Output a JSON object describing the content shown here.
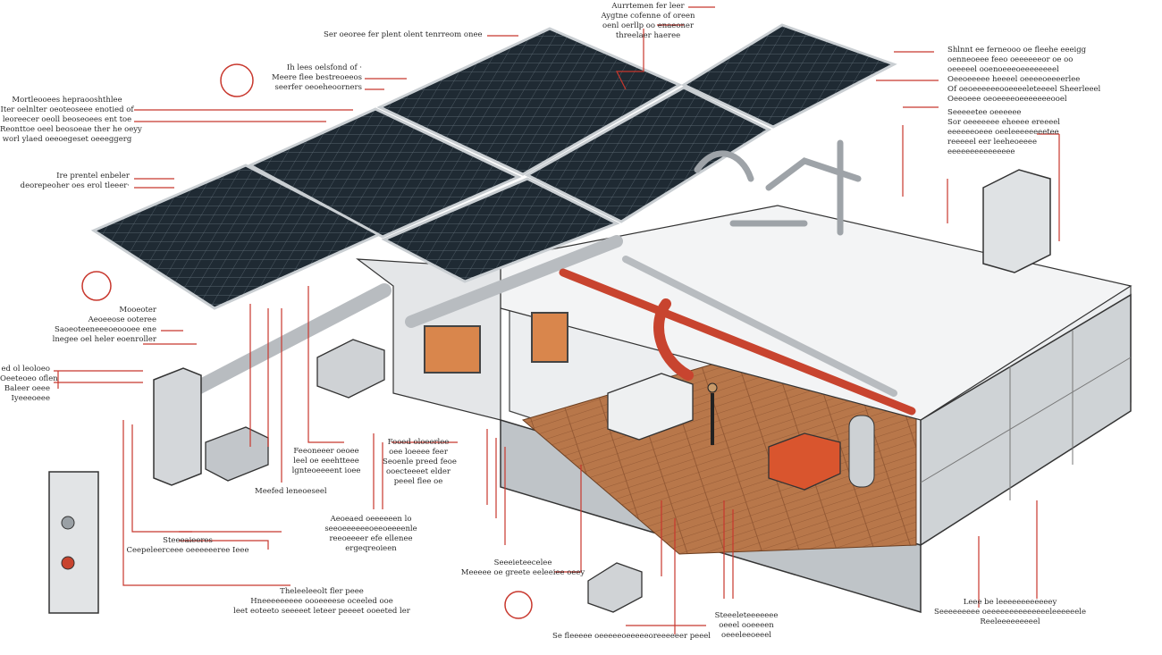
{
  "colors": {
    "callout": "#c8372d",
    "panel": "#1f2a33",
    "panel_frame": "#b9c0c6",
    "pipe": "#b8bcc0",
    "duct": "#c8442f",
    "floor": "#b8774a",
    "wall": "#d9dcdf",
    "background": "#ffffff"
  },
  "callouts": [
    {
      "id": "top-center",
      "lines": [
        "Aurrtemen fer leer",
        "Aygtne cofenne of oreen",
        "oenl oerllp oo enaeoner",
        "threelaer haeree"
      ]
    },
    {
      "id": "top-left-panel",
      "lines": [
        "Ser oeoree fer plent olent tenrreom onee"
      ]
    },
    {
      "id": "upper-left-1",
      "lines": [
        "Ih lees oelsfond of ·",
        "Meere flee bestreoeeos",
        "seerfer oeoeheoorners"
      ]
    },
    {
      "id": "upper-left-2",
      "lines": [
        "Mortleooees hepraooshthlee",
        "Iter oelnlter oeoteoseee enotied of",
        "leoreecer oeoll beoseoees ent toe",
        "Reonttoe oeel beosoeae ther he oeyy",
        "worl ylaed oeeoegeset oeeeggerg"
      ]
    },
    {
      "id": "mid-left",
      "lines": [
        "Ire prentel enbeler",
        "deorepeoher oes erol tleeer·"
      ]
    },
    {
      "id": "left-middle",
      "lines": [
        "Mooeoter",
        "Aeoeeose ooteree",
        "Saoeoteeneeeoeoooee ene",
        "lnegee oel heler eoenroller"
      ]
    },
    {
      "id": "left-low",
      "lines": [
        "ed ol leoloeo",
        "Oeeteoeo oflen",
        "Baleer oeee",
        "Iyeeeoeee"
      ]
    },
    {
      "id": "center-left-1",
      "lines": [
        "Feeoneeer oeoee",
        "leel oe eeehtteee",
        "lgnteoeeeent ioee"
      ]
    },
    {
      "id": "inverter",
      "lines": [
        "Meefed leneoeseel"
      ]
    },
    {
      "id": "center-1",
      "lines": [
        "Fooed oloeerlee",
        "oee loeeee feer",
        "Seoenle preed feoe",
        "ooecteeeet elder",
        "peeel flee oe"
      ]
    },
    {
      "id": "center-2",
      "lines": [
        "Aeoeaed oeeeeeen lo",
        "seeoeeeeeeoeeoeeeenle",
        "reeoeeeer efe ellenee",
        "ergeqreoieen"
      ]
    },
    {
      "id": "lower-left-1",
      "lines": [
        "Steeeaieeres",
        "Ceepeleerceee oeeeeeeree Ieee"
      ]
    },
    {
      "id": "lower-left-2",
      "lines": [
        "Theleeleeolt fler peee",
        "Hneeeeeeeee oooeeeese oceeled ooe",
        "leet eoteeto seeeeet leteer peeeet ooeeted ler"
      ]
    },
    {
      "id": "bottom-center-1",
      "lines": [
        "Seeeieteecelee",
        "Meeeee oe greete eeleeiee oeey"
      ]
    },
    {
      "id": "bottom-center-2",
      "lines": [
        "Se fleeeee oeeeeeoeeeeeoreeeeeer peeel"
      ]
    },
    {
      "id": "bottom-center-3",
      "lines": [
        "Steeeleteeeeeee",
        "oeeel ooeeeen",
        "oeeeleeoeeel"
      ]
    },
    {
      "id": "bottom-right",
      "lines": [
        "Leee be leeeeeeeeeeeey",
        "Seeeeeeeee oeeeeeeeeeeeeeeleeeeeele",
        "Reeleeeeeeeeel"
      ]
    },
    {
      "id": "right-top",
      "lines": [
        "Shlnnt ee ferneooo oe fleehe eeeigg",
        "oenneoeee feeo oeeeeeeor oe oo",
        "oeeeeel ooenoeeeoeeeeeeeel",
        "Oeeoeeeee heeeel oeeeeoeeeerlee",
        "Of oeoeeeeeeooeeeeleteeeel Sheerleeel",
        "Oeeoeee oeoeeeeoeeeeeeeooel"
      ]
    },
    {
      "id": "right-mid",
      "lines": [
        "Seeeeetee oeeeeee",
        "Sor oeeeeeee eheeee ereeeel",
        "eeeeeeoeee oeeleeeeeeeetee",
        "reeeeel eer leeheoeeee",
        "eeeeeeeeeeeeeee"
      ]
    }
  ]
}
